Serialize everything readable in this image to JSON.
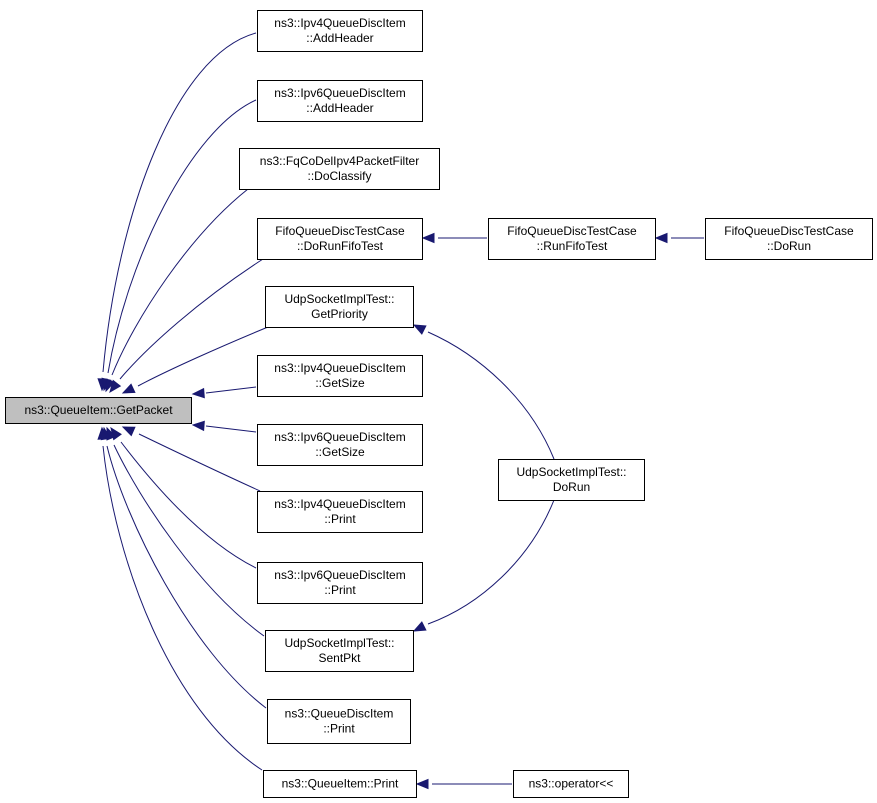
{
  "diagram": {
    "nodes": [
      {
        "id": "root",
        "lines": [
          "ns3::QueueItem::GetPacket"
        ]
      },
      {
        "id": "ipv4-addheader",
        "lines": [
          "ns3::Ipv4QueueDiscItem",
          "::AddHeader"
        ]
      },
      {
        "id": "ipv6-addheader",
        "lines": [
          "ns3::Ipv6QueueDiscItem",
          "::AddHeader"
        ]
      },
      {
        "id": "fqcodel-doclassify",
        "lines": [
          "ns3::FqCoDelIpv4PacketFilter",
          "::DoClassify"
        ]
      },
      {
        "id": "fifo-dorunfifotest",
        "lines": [
          "FifoQueueDiscTestCase",
          "::DoRunFifoTest"
        ]
      },
      {
        "id": "fifo-runfifotest",
        "lines": [
          "FifoQueueDiscTestCase",
          "::RunFifoTest"
        ]
      },
      {
        "id": "fifo-dorun",
        "lines": [
          "FifoQueueDiscTestCase",
          "::DoRun"
        ]
      },
      {
        "id": "udp-getpriority",
        "lines": [
          "UdpSocketImplTest::",
          "GetPriority"
        ]
      },
      {
        "id": "ipv4-getsize",
        "lines": [
          "ns3::Ipv4QueueDiscItem",
          "::GetSize"
        ]
      },
      {
        "id": "ipv6-getsize",
        "lines": [
          "ns3::Ipv6QueueDiscItem",
          "::GetSize"
        ]
      },
      {
        "id": "udp-dorun",
        "lines": [
          "UdpSocketImplTest::",
          "DoRun"
        ]
      },
      {
        "id": "ipv4-print",
        "lines": [
          "ns3::Ipv4QueueDiscItem",
          "::Print"
        ]
      },
      {
        "id": "ipv6-print",
        "lines": [
          "ns3::Ipv6QueueDiscItem",
          "::Print"
        ]
      },
      {
        "id": "udp-sentpkt",
        "lines": [
          "UdpSocketImplTest::",
          "SentPkt"
        ]
      },
      {
        "id": "queuediscitem-print",
        "lines": [
          "ns3::QueueDiscItem",
          "::Print"
        ]
      },
      {
        "id": "queueitem-print",
        "lines": [
          "ns3::QueueItem::Print"
        ]
      },
      {
        "id": "operator-lshift",
        "lines": [
          "ns3::operator<<"
        ]
      }
    ],
    "edges": [
      {
        "from": "ipv4-addheader",
        "to": "root"
      },
      {
        "from": "ipv6-addheader",
        "to": "root"
      },
      {
        "from": "fqcodel-doclassify",
        "to": "root"
      },
      {
        "from": "fifo-dorunfifotest",
        "to": "root"
      },
      {
        "from": "udp-getpriority",
        "to": "root"
      },
      {
        "from": "ipv4-getsize",
        "to": "root"
      },
      {
        "from": "ipv6-getsize",
        "to": "root"
      },
      {
        "from": "ipv4-print",
        "to": "root"
      },
      {
        "from": "ipv6-print",
        "to": "root"
      },
      {
        "from": "udp-sentpkt",
        "to": "root"
      },
      {
        "from": "queuediscitem-print",
        "to": "root"
      },
      {
        "from": "queueitem-print",
        "to": "root"
      },
      {
        "from": "fifo-runfifotest",
        "to": "fifo-dorunfifotest"
      },
      {
        "from": "fifo-dorun",
        "to": "fifo-runfifotest"
      },
      {
        "from": "udp-dorun",
        "to": "udp-getpriority"
      },
      {
        "from": "udp-dorun",
        "to": "udp-sentpkt"
      },
      {
        "from": "operator-lshift",
        "to": "queueitem-print"
      }
    ],
    "colors": {
      "edge": "#191970",
      "root_fill": "#bfbfbf",
      "node_fill": "#ffffff",
      "node_border": "#000000"
    }
  }
}
